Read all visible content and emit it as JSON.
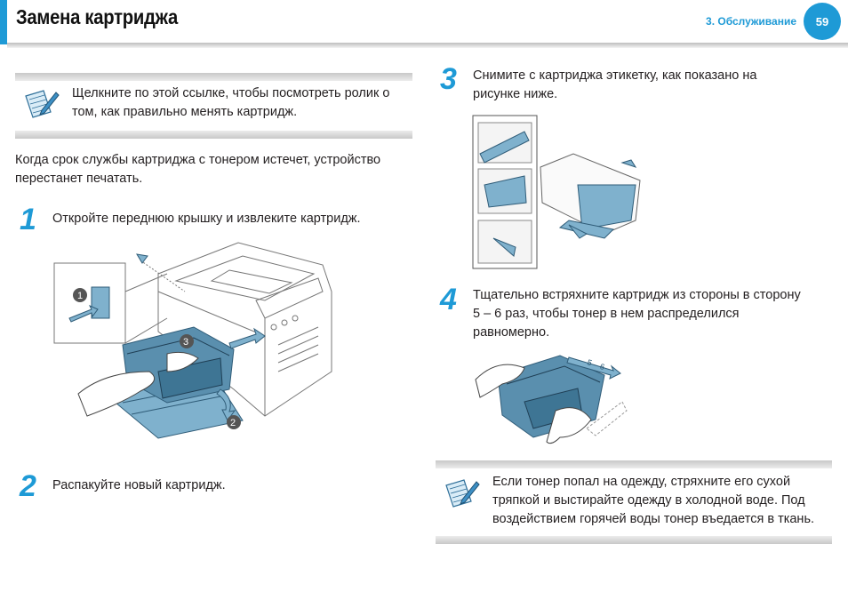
{
  "header": {
    "title": "Замена картриджа",
    "section": "3.  Обслуживание",
    "page_number": "59",
    "accent_color": "#1e9ad6"
  },
  "note_top": {
    "icon": "note-pencil-icon",
    "lines": [
      "Щелкните по этой ссылке, чтобы посмотреть ролик о",
      "том, как правильно менять картридж."
    ]
  },
  "intro": {
    "lines": [
      "Когда срок службы картриджа с тонером истечет, устройство",
      "перестанет печатать."
    ]
  },
  "steps": [
    {
      "number": "1",
      "lines": [
        "Откройте переднюю крышку и извлеките картридж."
      ]
    },
    {
      "number": "2",
      "lines": [
        "Распакуйте новый картридж."
      ]
    },
    {
      "number": "3",
      "lines": [
        "Снимите с картриджа этикетку, как показано на",
        "рисунке ниже."
      ]
    },
    {
      "number": "4",
      "lines": [
        "Тщательно встряхните картридж из стороны в сторону",
        "5 – 6 раз, чтобы тонер в нем распределился",
        "равномерно."
      ]
    }
  ],
  "figure1": {
    "callouts": [
      "1",
      "2",
      "3"
    ]
  },
  "figure4": {
    "label": "5 – 6"
  },
  "note_bottom": {
    "icon": "note-pencil-icon",
    "lines": [
      "Если тонер попал на одежду, стряхните его сухой",
      "тряпкой и выстирайте одежду в холодной воде. Под",
      "воздействием горячей воды тонер въедается в ткань."
    ]
  }
}
